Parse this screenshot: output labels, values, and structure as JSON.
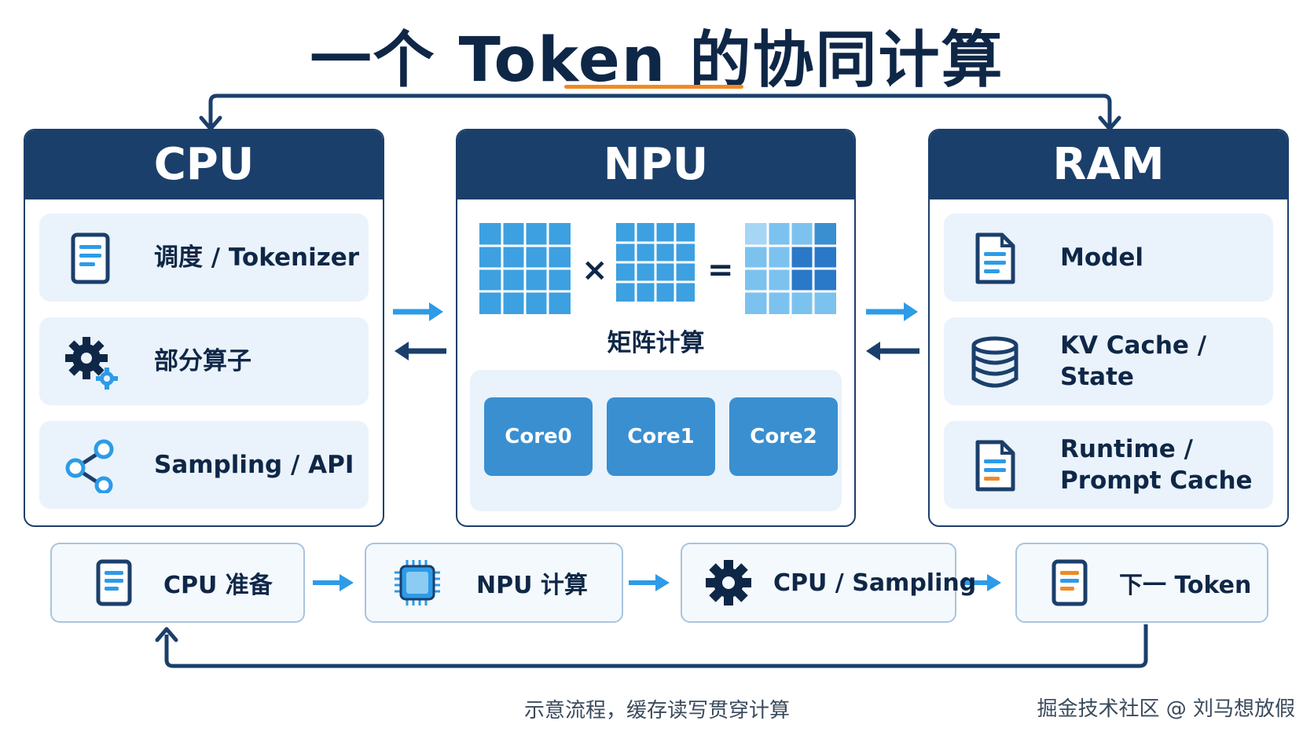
{
  "title": "一个 Token 的协同计算",
  "cpu": {
    "header": "CPU",
    "items": [
      {
        "label": "调度 / Tokenizer",
        "icon": "document-icon"
      },
      {
        "label": "部分算子",
        "icon": "gears-icon"
      },
      {
        "label": "Sampling / API",
        "icon": "share-nodes-icon"
      }
    ]
  },
  "npu": {
    "header": "NPU",
    "matrix_label": "矩阵计算",
    "times_symbol": "×",
    "equals_symbol": "=",
    "cores": [
      "Core0",
      "Core1",
      "Core2"
    ]
  },
  "ram": {
    "header": "RAM",
    "items": [
      {
        "label": "Model",
        "icon": "document-icon"
      },
      {
        "label": "KV Cache / State",
        "icon": "database-icon"
      },
      {
        "label_line1": "Runtime /",
        "label_line2": "Prompt Cache",
        "icon": "document-icon"
      }
    ]
  },
  "flow": [
    {
      "label": "CPU 准备",
      "icon": "document-icon"
    },
    {
      "label": "NPU 计算",
      "icon": "chip-icon"
    },
    {
      "label": "CPU / Sampling",
      "icon": "gear-icon"
    },
    {
      "label": "下一 Token",
      "icon": "document-icon"
    }
  ],
  "caption": "示意流程，缓存读写贯穿计算",
  "watermark": "掘金技术社区 @ 刘马想放假",
  "colors": {
    "navy": "#1b3f6b",
    "accent_blue": "#2d9be8",
    "light_panel": "#eaf3fb",
    "orange": "#f08a24"
  }
}
